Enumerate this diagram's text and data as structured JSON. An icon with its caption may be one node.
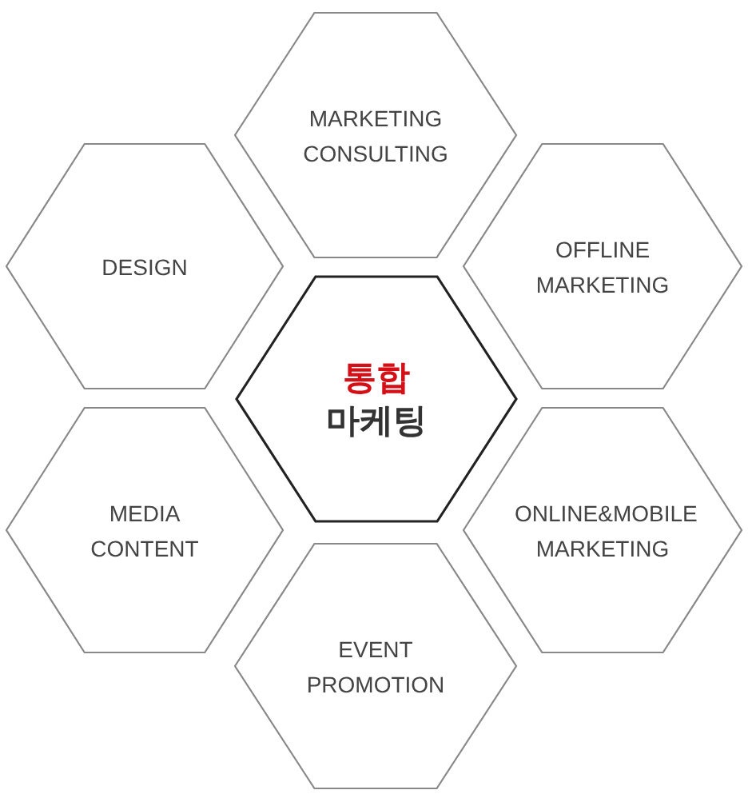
{
  "diagram": {
    "nodes": [
      {
        "text": [
          "MARKETING CONSULTING"
        ]
      },
      {
        "text": [
          "DESIGN"
        ]
      },
      {
        "text": [
          "OFFLINE MARKETING"
        ]
      },
      {
        "text": [
          "통합",
          "마케팅"
        ]
      },
      {
        "text": [
          "MEDIA CONTENT"
        ]
      },
      {
        "text": [
          "ONLINE&MOBILE MARKETING"
        ]
      },
      {
        "text": [
          "EVENT PROMOTION"
        ]
      }
    ]
  }
}
